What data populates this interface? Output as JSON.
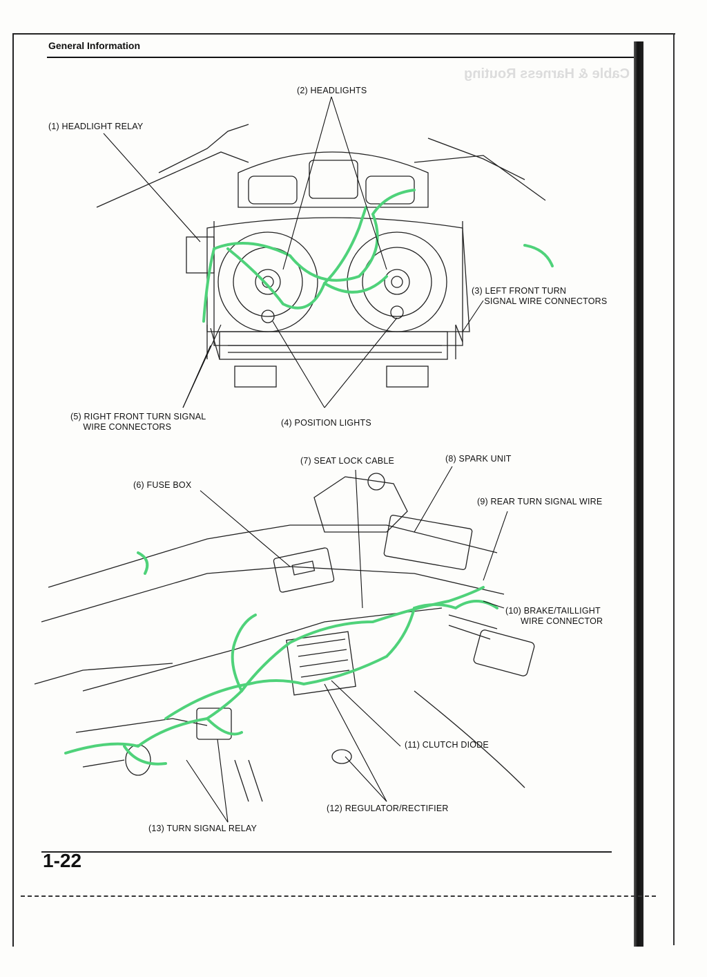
{
  "header": {
    "section": "General Information",
    "ghost_heading": "Cable & Harness Routing"
  },
  "labels": {
    "headlights": "(2) HEADLIGHTS",
    "headlight_relay": "(1) HEADLIGHT RELAY",
    "left_front_turn": "(3) LEFT FRONT TURN\n     SIGNAL WIRE CONNECTORS",
    "right_front_turn": "(5) RIGHT FRONT TURN SIGNAL\n     WIRE CONNECTORS",
    "position_lights": "(4) POSITION LIGHTS",
    "seat_lock_cable": "(7) SEAT LOCK CABLE",
    "spark_unit": "(8) SPARK UNIT",
    "fuse_box": "(6) FUSE BOX",
    "rear_turn_signal": "(9) REAR TURN SIGNAL WIRE",
    "brake_taillight": "(10) BRAKE/TAILLIGHT\n      WIRE CONNECTOR",
    "clutch_diode": "(11) CLUTCH DIODE",
    "regulator_rectifier": "(12) REGULATOR/RECTIFIER",
    "turn_signal_relay": "(13) TURN SIGNAL RELAY"
  },
  "footer": {
    "page_number": "1-22"
  },
  "colors": {
    "harness": "#4fd27a",
    "ink": "#111111",
    "paper": "#fdfdfb",
    "ghost": "#dcdcdc"
  }
}
